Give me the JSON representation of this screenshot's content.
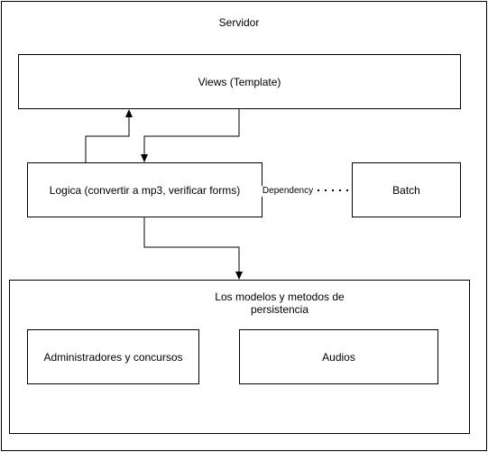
{
  "diagram": {
    "server": {
      "title": "Servidor"
    },
    "views": {
      "label": "Views (Template)"
    },
    "logica": {
      "label": "Logica (convertir a mp3, verificar forms)"
    },
    "batch": {
      "label": "Batch"
    },
    "dependency": {
      "label": "Dependency"
    },
    "persistence": {
      "title_line1": "Los modelos y metodos de",
      "title_line2": "persistencia",
      "admin": {
        "label": "Administradores y concursos"
      },
      "audios": {
        "label": "Audios"
      }
    }
  }
}
